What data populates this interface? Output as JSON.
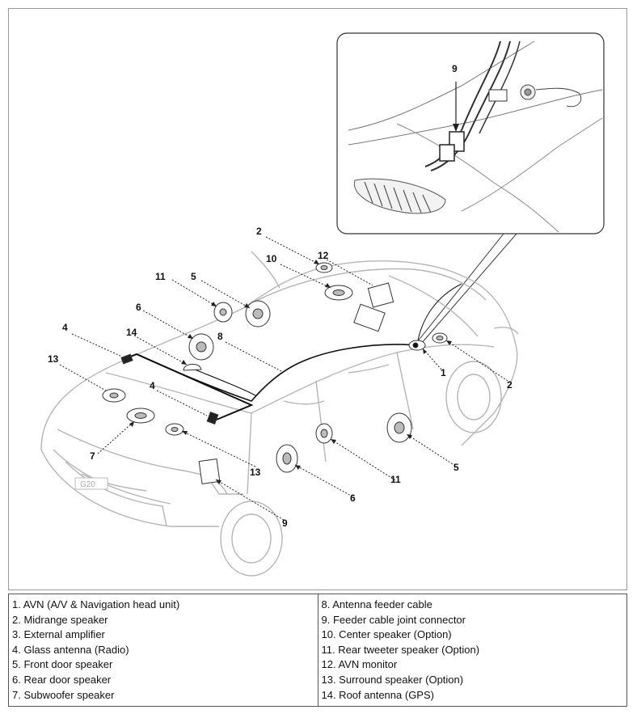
{
  "figure": {
    "inset_callout": "9",
    "callouts": [
      "2",
      "12",
      "10",
      "11",
      "5",
      "6",
      "8",
      "14",
      "4",
      "13",
      "7",
      "4",
      "13",
      "9",
      "1",
      "2",
      "11",
      "6",
      "5"
    ],
    "badge_text": "G20"
  },
  "legend": {
    "left": [
      "1. AVN (A/V & Navigation head unit)",
      "2. Midrange speaker",
      "3. External amplifier",
      "4. Glass antenna (Radio)",
      "5. Front door speaker",
      "6. Rear door speaker",
      "7. Subwoofer speaker"
    ],
    "right": [
      "8. Antenna feeder cable",
      "9. Feeder cable joint connector",
      "10. Center speaker (Option)",
      "11. Rear tweeter speaker (Option)",
      "12. AVN monitor",
      "13. Surround speaker (Option)",
      "14. Roof antenna (GPS)"
    ]
  }
}
